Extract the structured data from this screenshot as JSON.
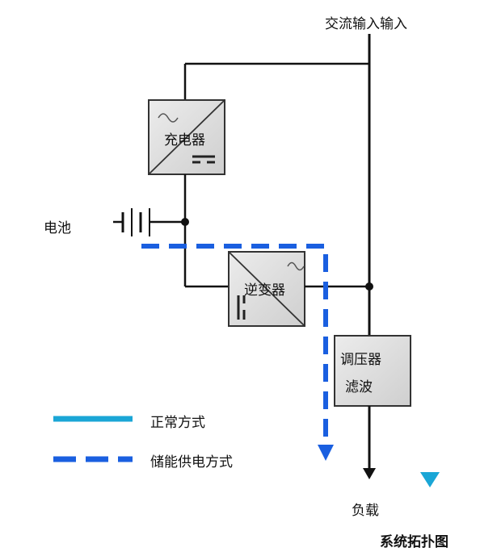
{
  "labels": {
    "ac_input": "交流输入输入",
    "battery": "电池",
    "charger": "充电器",
    "inverter": "逆变器",
    "regulator_line1": "调压器",
    "regulator_line2": "滤波",
    "load": "负载",
    "caption": "系统拓扑图"
  },
  "legend": [
    {
      "label": "正常方式",
      "style": "solid",
      "color": "#1aa6d6"
    },
    {
      "label": "储能供电方式",
      "style": "dashed",
      "color": "#1a5fe0"
    }
  ],
  "colors": {
    "wire": "#111111",
    "box_fill": "#dcdcdc",
    "box_border": "#333333",
    "normal_arrow": "#1aa6d6",
    "storage_path": "#1a5fe0"
  }
}
